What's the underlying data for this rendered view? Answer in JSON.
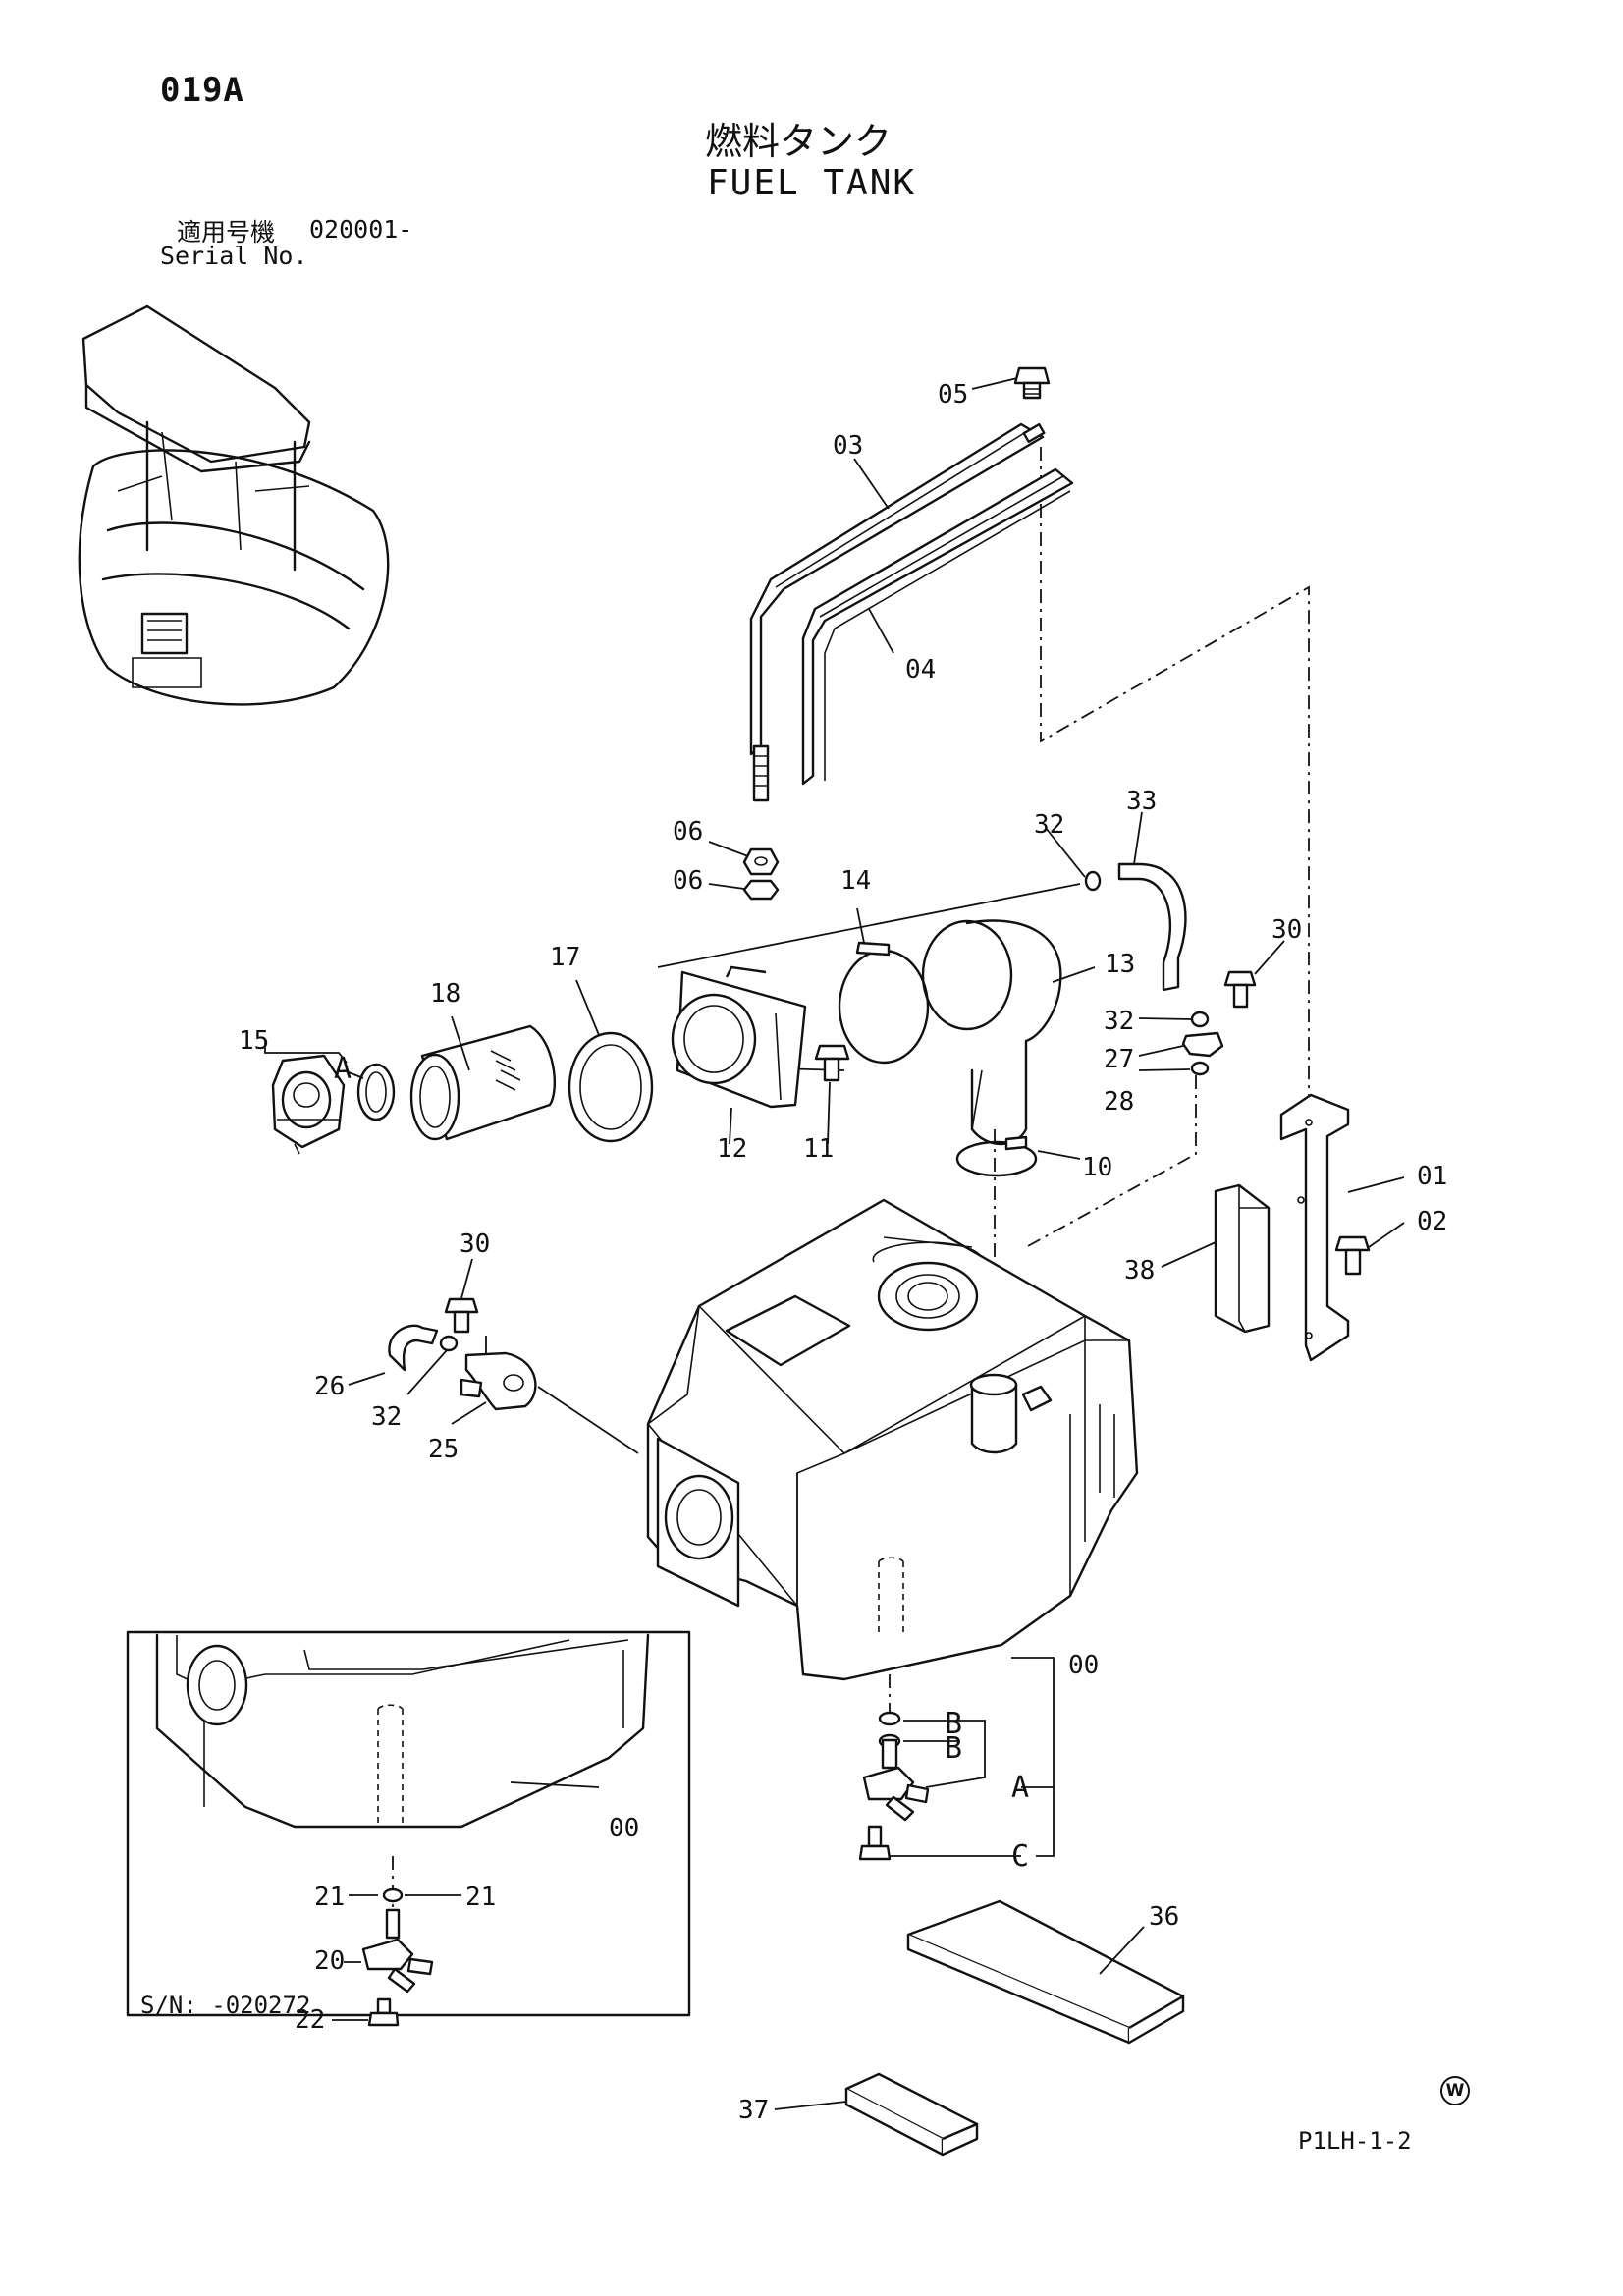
{
  "header": {
    "page_code": "019A",
    "title_ja": "燃料タンク",
    "title_en": "FUEL TANK",
    "serial_label_ja": "適用号機",
    "serial_value": "020001-",
    "serial_label_en": "Serial No."
  },
  "callouts": {
    "c00": "00",
    "c01": "01",
    "c02": "02",
    "c03": "03",
    "c04": "04",
    "c05": "05",
    "c06": "06",
    "c10": "10",
    "c11": "11",
    "c12": "12",
    "c13": "13",
    "c14": "14",
    "c15": "15",
    "c17": "17",
    "c18": "18",
    "c20": "20",
    "c21": "21",
    "c22": "22",
    "c25": "25",
    "c26": "26",
    "c27": "27",
    "c28": "28",
    "c30": "30",
    "c32": "32",
    "c33": "33",
    "c36": "36",
    "c37": "37",
    "c38": "38",
    "ref_a": "A",
    "ref_b": "B",
    "ref_c": "C"
  },
  "inset": {
    "serial_note": "S/N: -020272"
  },
  "footer": {
    "watermark": "W",
    "drawing_code": "P1LH-1-2"
  }
}
